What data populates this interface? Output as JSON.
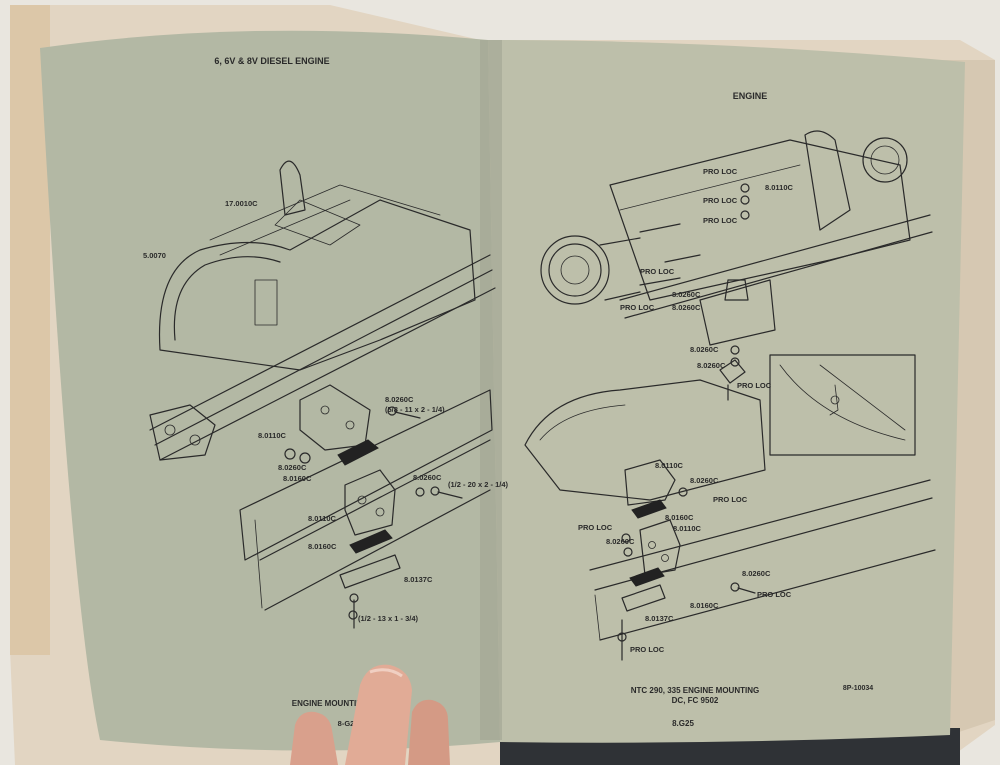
{
  "left_page": {
    "header": "6, 6V & 8V DIESEL ENGINE",
    "footer_title": "ENGINE MOUNTING",
    "page_number": "8-G2",
    "callouts": {
      "c1": "17.0010C",
      "c2": "5.0070",
      "c3": "8.0260C",
      "c4": "(5/8 - 11 x 2 - 1/4)",
      "c5": "8.0110C",
      "c6": "8.0260C",
      "c7": "8.0160C",
      "c8": "8.0260C",
      "c9": "(1/2 - 20 x 2 - 1/4)",
      "c10": "8.0110C",
      "c11": "8.0160C",
      "c12": "8.0137C",
      "c13": "(1/2 - 13 x 1 - 3/4)"
    }
  },
  "right_page": {
    "header": "ENGINE",
    "footer_title_line1": "NTC 290, 335 ENGINE MOUNTING",
    "footer_title_line2": "DC, FC 9502",
    "figure_id": "8P-10034",
    "page_number": "8.G25",
    "callouts": {
      "r1": "PRO LOC",
      "r2": "8.0110C",
      "r3": "PRO LOC",
      "r4": "PRO LOC",
      "r5": "PRO LOC",
      "r6": "8.0260C",
      "r7": "PRO LOC",
      "r8": "8.0260C",
      "r9": "8.0260C",
      "r10": "8.0260C",
      "r11": "PRO LOC",
      "r12": "8.0110C",
      "r13": "8.0260C",
      "r14": "PRO LOC",
      "r15": "8.0110C",
      "r16": "PRO LOC",
      "r17": "8.0260C",
      "r18": "8.0160C",
      "r19": "8.0260C",
      "r20": "PRO LOC",
      "r21": "8.0160C",
      "r22": "8.0137C",
      "r23": "PRO LOC"
    }
  },
  "colors": {
    "left_page": "#b2b7a3",
    "right_page": "#bcbea9",
    "page_edge": "#d7c2a4",
    "background": "#e9e6df"
  }
}
